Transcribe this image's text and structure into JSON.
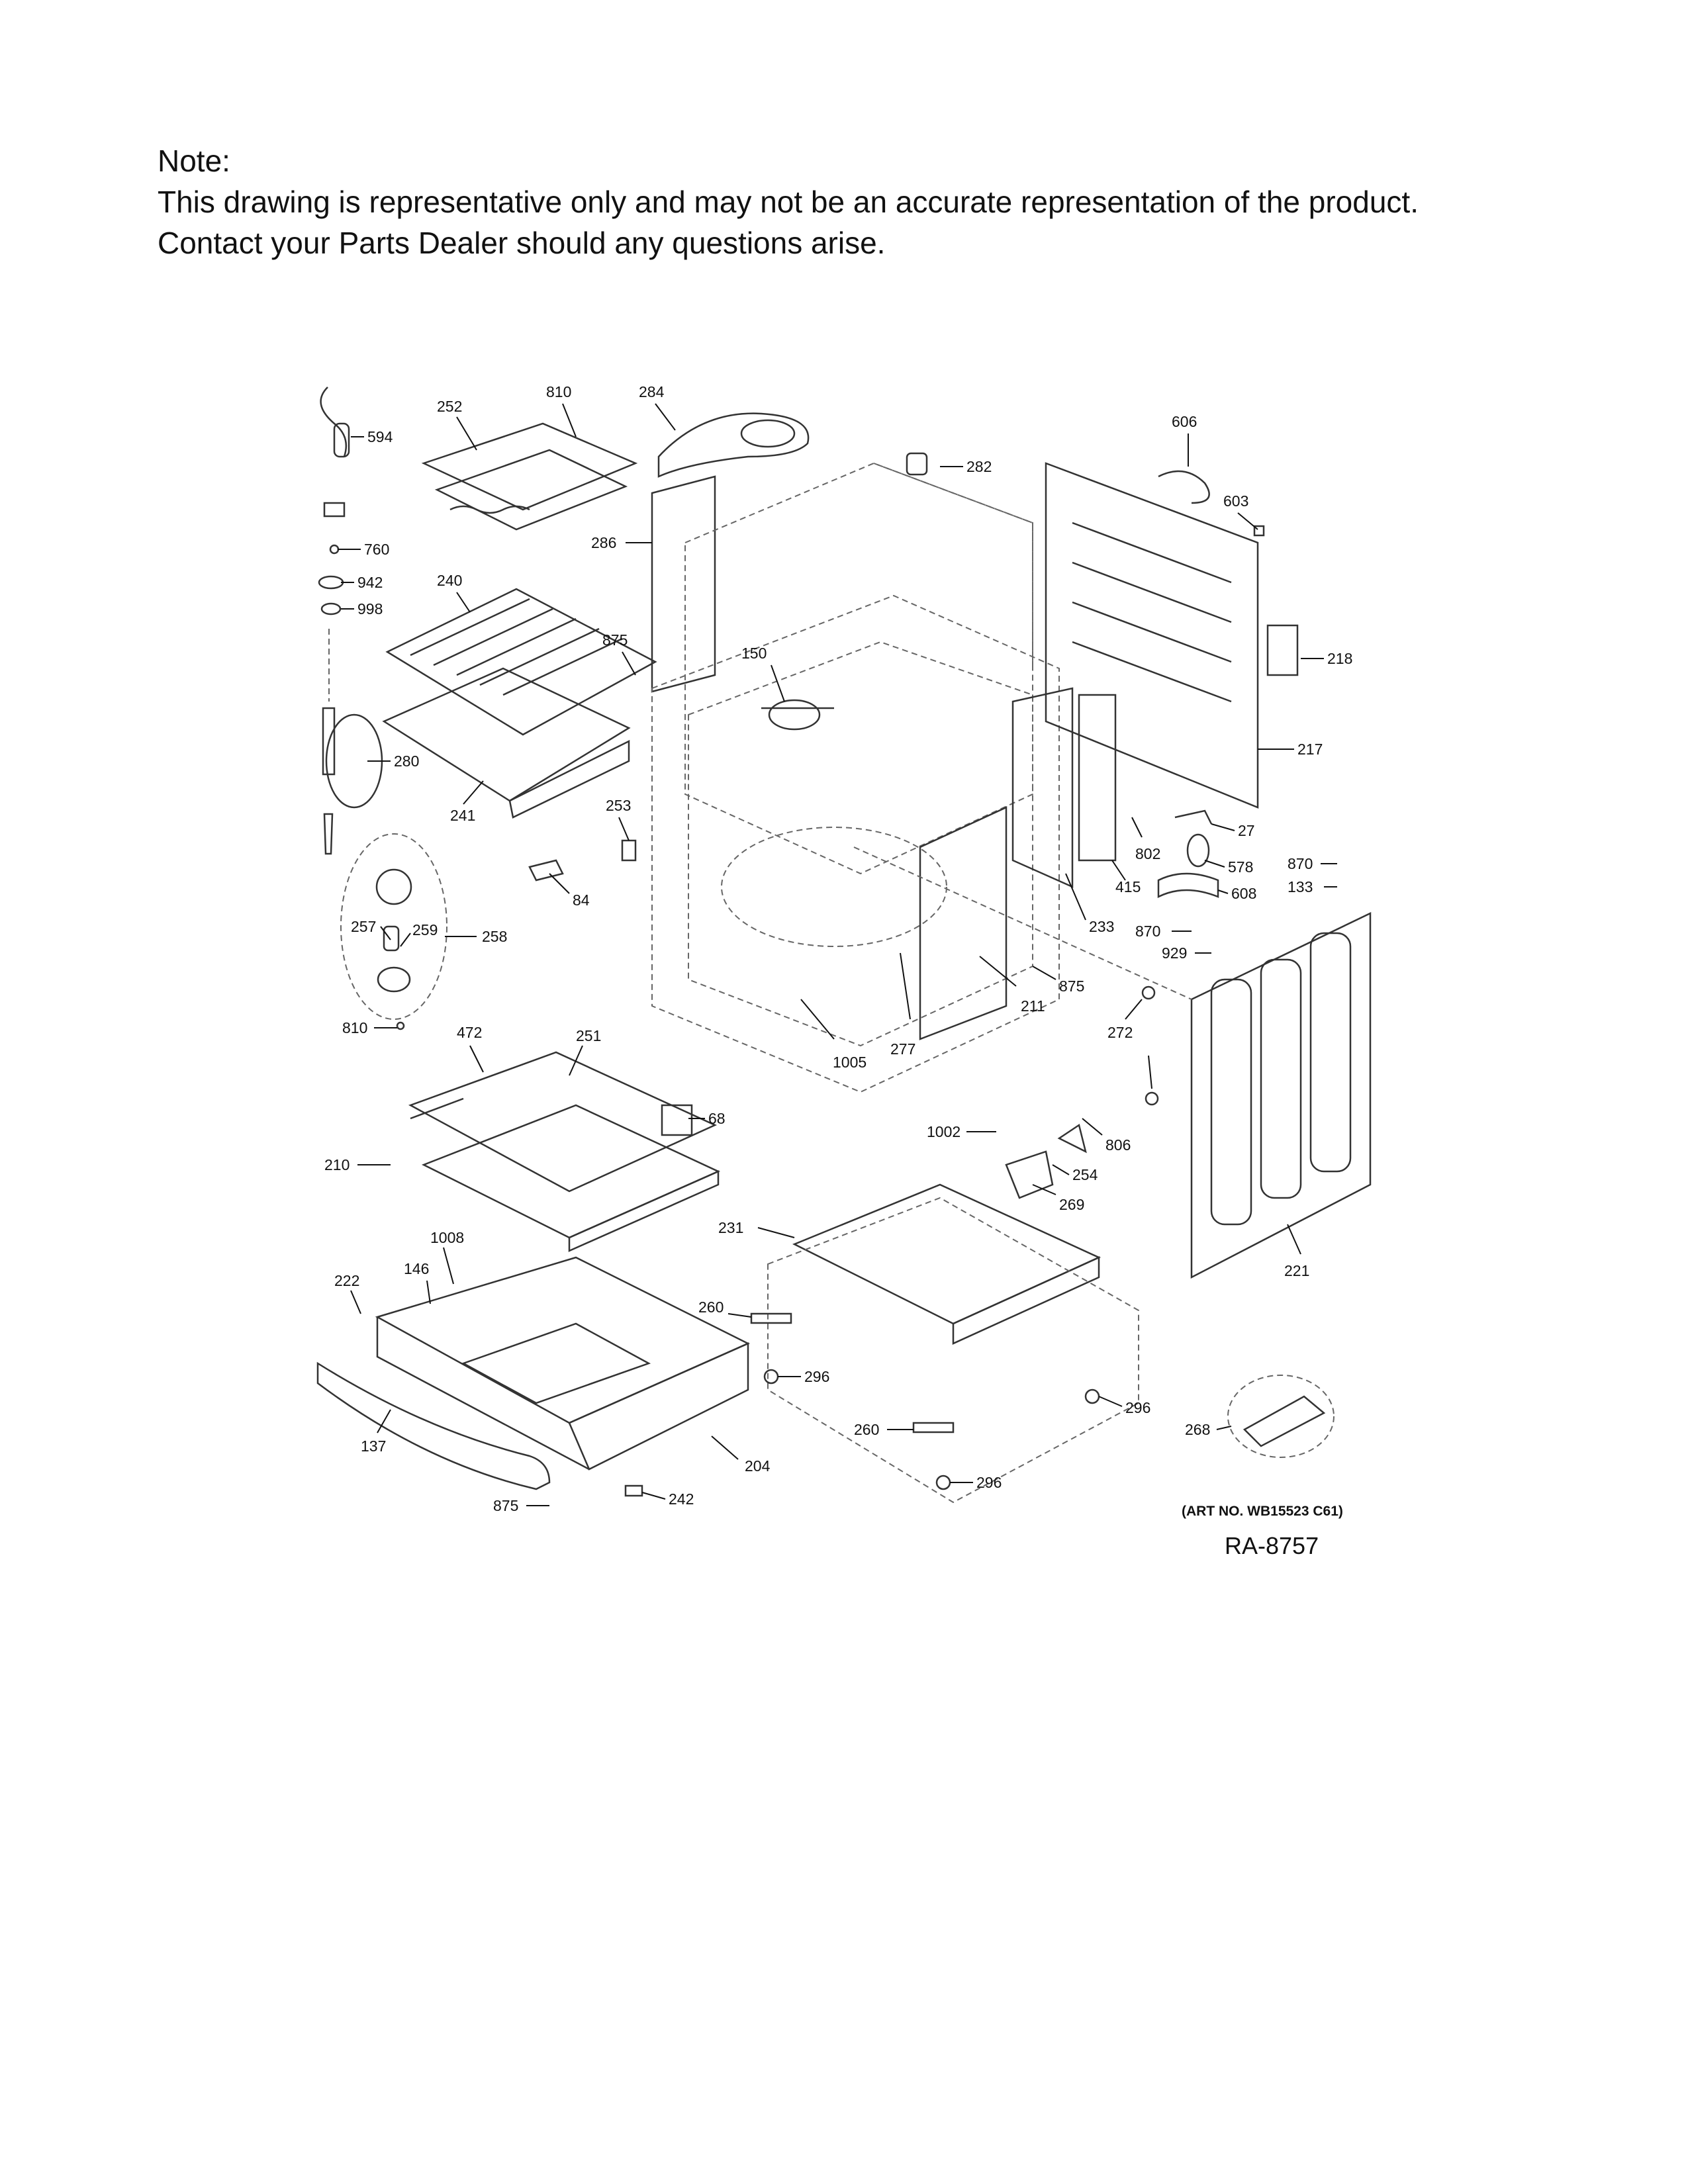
{
  "note": {
    "heading": "Note:",
    "line1": "This drawing is representative only and may not be an accurate representation of the product.",
    "line2": "Contact your Parts Dealer should any questions arise."
  },
  "callouts": [
    "594",
    "252",
    "810",
    "284",
    "282",
    "606",
    "603",
    "760",
    "942",
    "998",
    "286",
    "240",
    "875",
    "150",
    "218",
    "217",
    "280",
    "241",
    "253",
    "27",
    "802",
    "870",
    "578",
    "133",
    "84",
    "415",
    "608",
    "233",
    "257",
    "259",
    "258",
    "870",
    "929",
    "211",
    "875",
    "277",
    "272",
    "810",
    "472",
    "251",
    "1005",
    "68",
    "1002",
    "806",
    "254",
    "210",
    "269",
    "231",
    "221",
    "1008",
    "146",
    "222",
    "260",
    "296",
    "296",
    "260",
    "268",
    "137",
    "204",
    "296",
    "875",
    "242"
  ],
  "art_number": "(ART NO. WB15523 C61)",
  "reference": "RA-8757"
}
